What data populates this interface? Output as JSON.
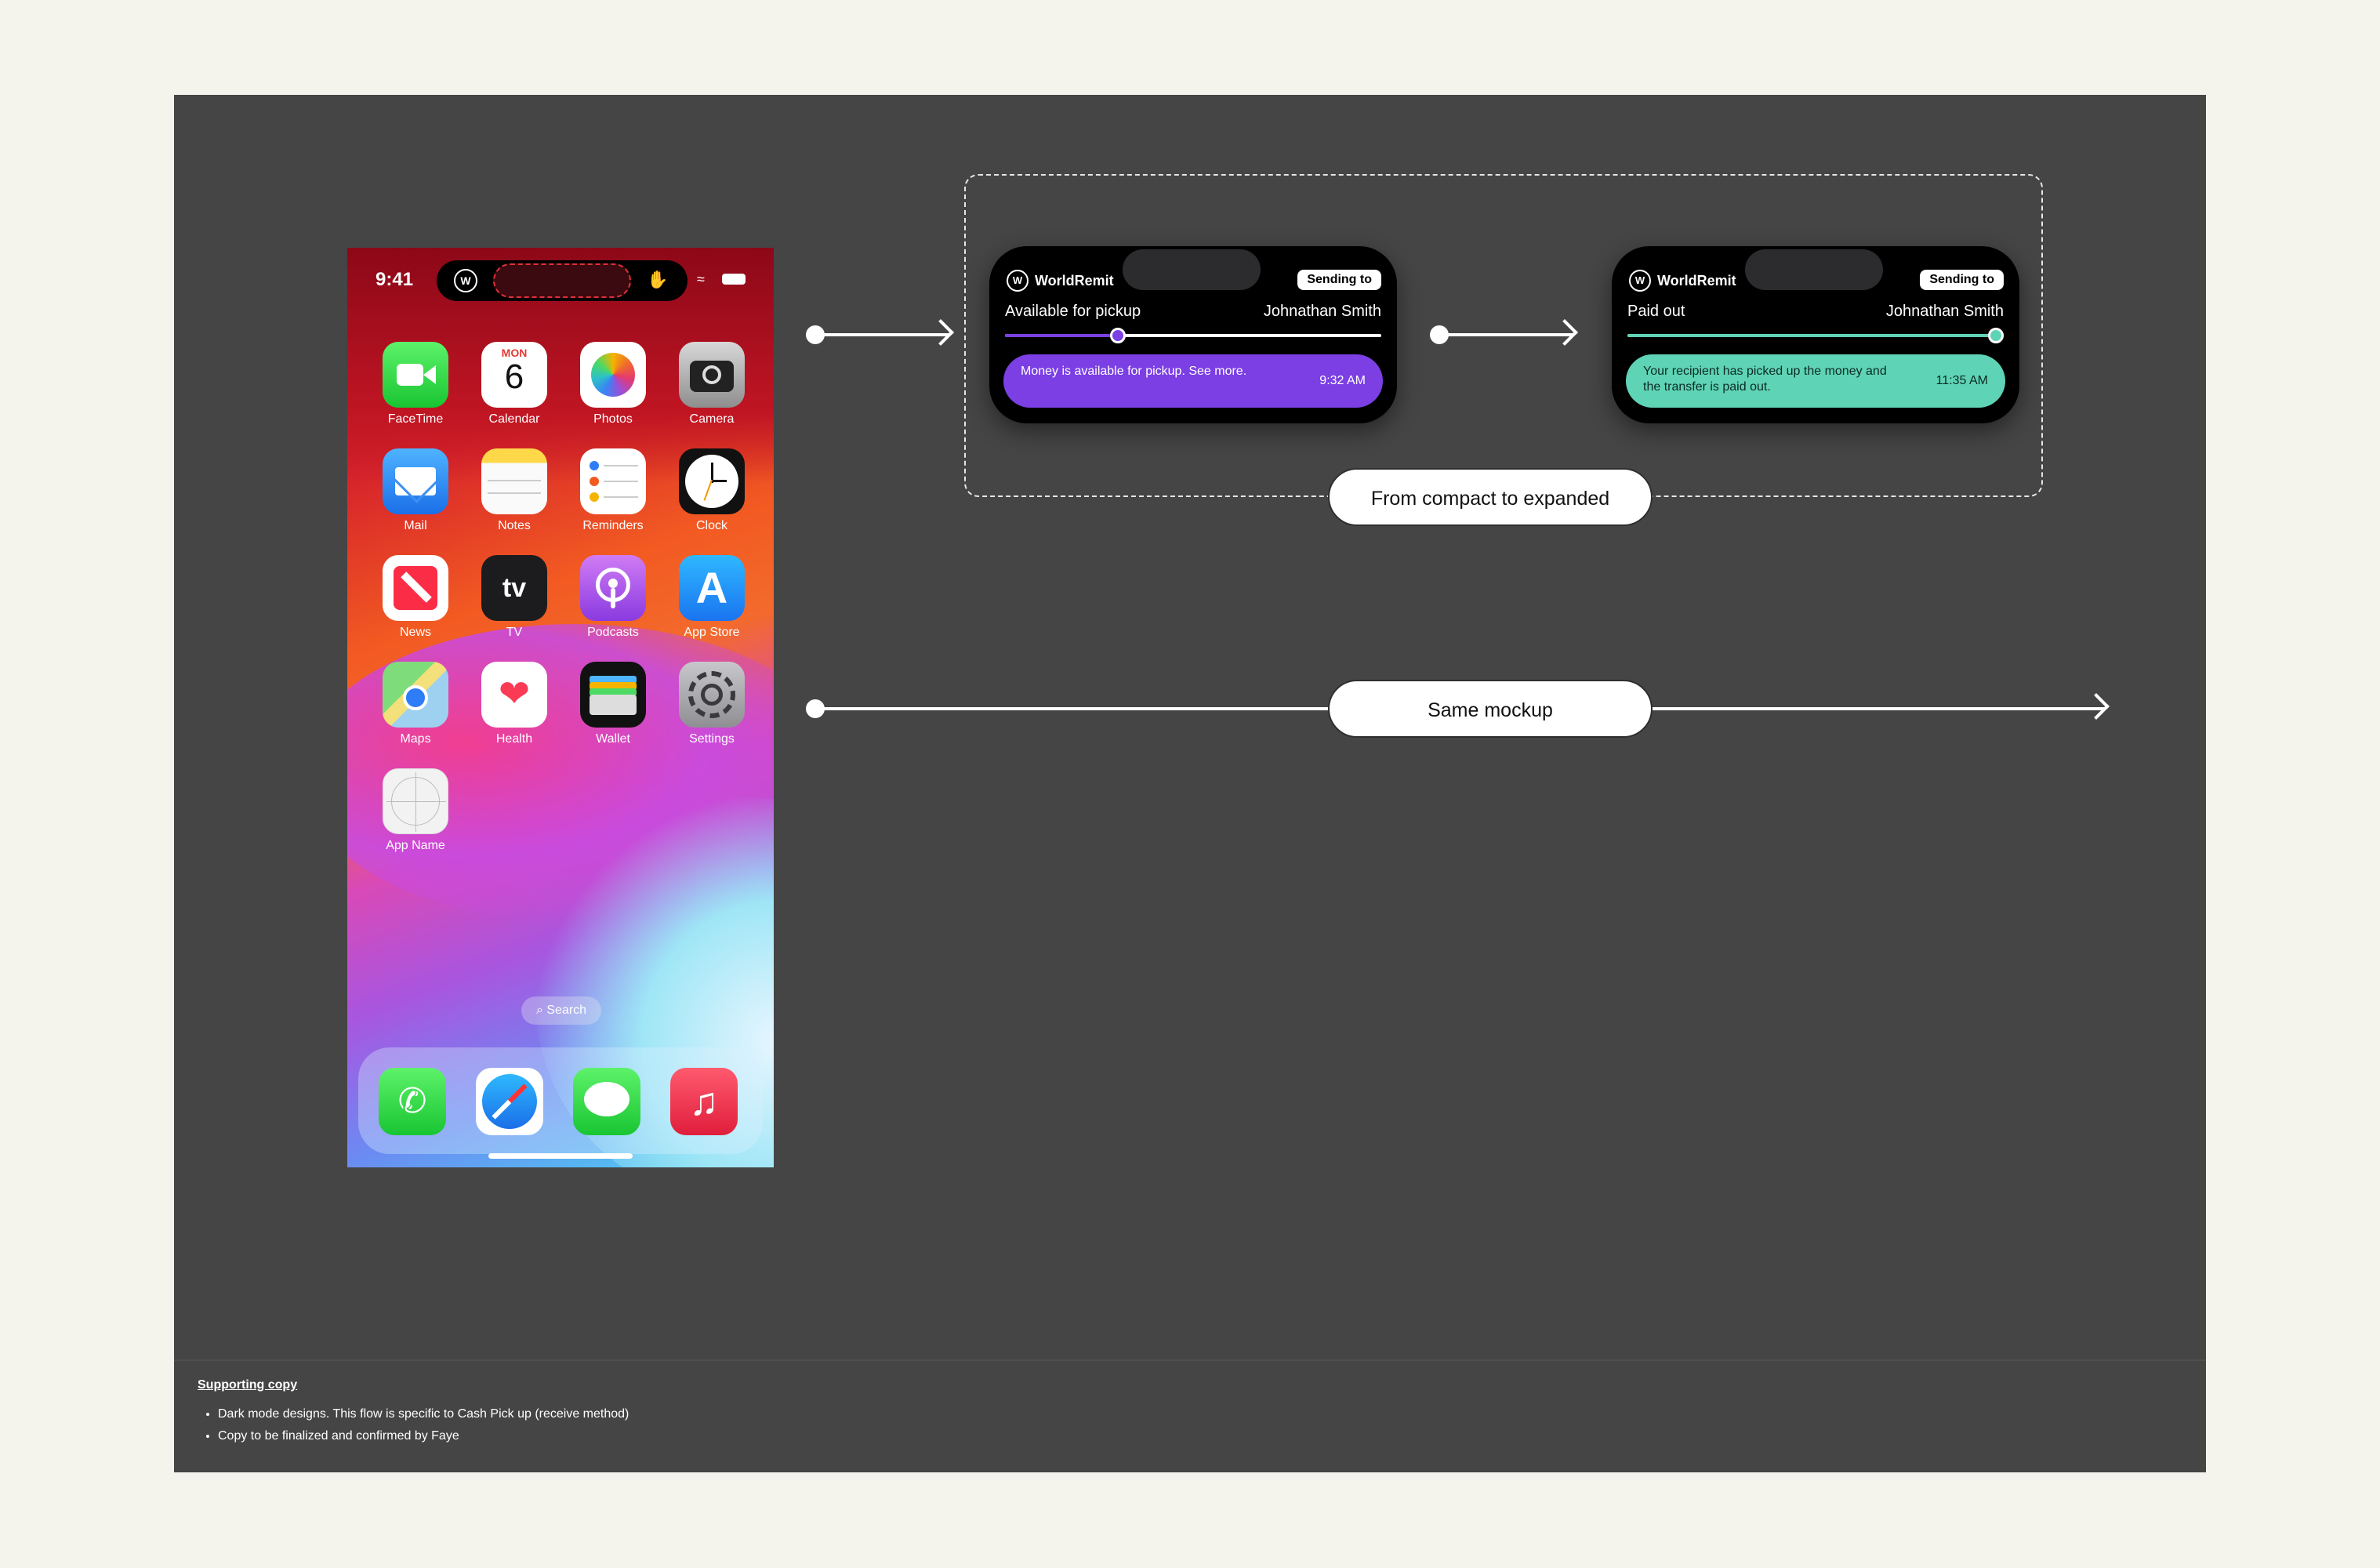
{
  "phone": {
    "time": "9:41",
    "apps": [
      {
        "label": "FaceTime"
      },
      {
        "label": "Calendar"
      },
      {
        "label": "Photos"
      },
      {
        "label": "Camera"
      },
      {
        "label": "Mail"
      },
      {
        "label": "Notes"
      },
      {
        "label": "Reminders"
      },
      {
        "label": "Clock"
      },
      {
        "label": "News"
      },
      {
        "label": "TV"
      },
      {
        "label": "Podcasts"
      },
      {
        "label": "App Store"
      },
      {
        "label": "Maps"
      },
      {
        "label": "Health"
      },
      {
        "label": "Wallet"
      },
      {
        "label": "Settings"
      },
      {
        "label": "App Name"
      }
    ],
    "calendar_day": "MON",
    "calendar_date": "6",
    "tv_text": "tv",
    "search_label": "Search",
    "dock_icons": [
      "phone-icon",
      "safari-icon",
      "messages-icon",
      "music-icon"
    ]
  },
  "compact": {
    "brand": "WorldRemit",
    "chip": "Sending to",
    "status": "Available for pickup",
    "name": "Johnathan Smith",
    "message": "Money is available for pickup. See more.",
    "time": "9:32 AM",
    "progress": 0.3,
    "accent": "#7b3fe4"
  },
  "expanded": {
    "brand": "WorldRemit",
    "chip": "Sending to",
    "status": "Paid out",
    "name": "Johnathan Smith",
    "message": "Your recipient has picked up the money and the transfer is paid out.",
    "time": "11:35 AM",
    "progress": 1.0,
    "accent": "#5fd3b5"
  },
  "labels": {
    "compact_to_expanded": "From compact to expanded",
    "same_mockup": "Same mockup"
  },
  "notes": {
    "heading": "Supporting copy",
    "items": [
      "Dark mode designs. This flow is specific to Cash Pick up (receive method)",
      "Copy to be finalized and confirmed by Faye"
    ]
  }
}
